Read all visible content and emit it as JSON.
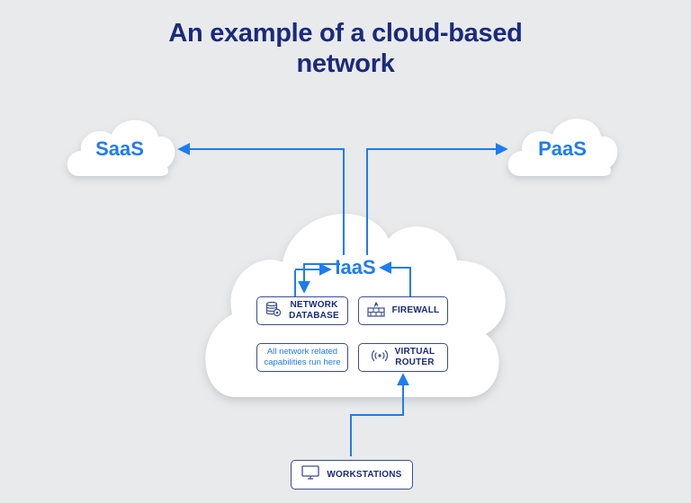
{
  "title": {
    "line1": "An example of a  cloud-based",
    "line2": "network"
  },
  "clouds": {
    "saas": "SaaS",
    "paas": "PaaS",
    "iaas": "IaaS"
  },
  "boxes": {
    "network_database": {
      "line1": "NETWORK",
      "line2": "DATABASE",
      "icon": "database-icon"
    },
    "firewall": {
      "label": "FIREWALL",
      "icon": "firewall-icon"
    },
    "note": {
      "line1": "All network related",
      "line2": "capabilities run here"
    },
    "virtual_router": {
      "line1": "VIRTUAL",
      "line2": "ROUTER",
      "icon": "router-icon"
    },
    "workstations": {
      "label": "WORKSTATIONS",
      "icon": "monitor-icon"
    }
  },
  "colors": {
    "background": "#e9eaeb",
    "title": "#1a2a7d",
    "accent_blue": "#1e7cf0",
    "box_border": "#3a4d94"
  }
}
